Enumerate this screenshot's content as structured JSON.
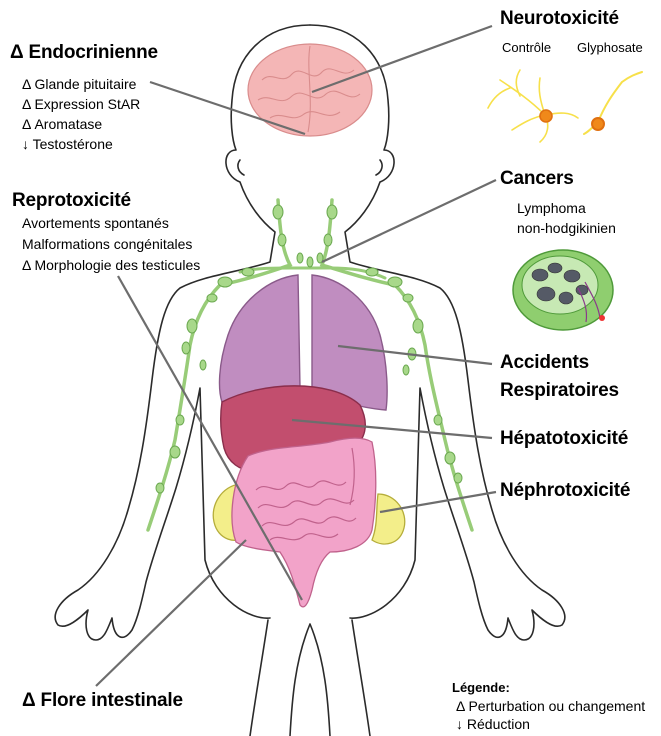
{
  "endocrine": {
    "title": "Δ Endocrinienne",
    "items": [
      "Δ Glande pituitaire",
      "Δ Expression StAR",
      "Δ Aromatase",
      "↓ Testostérone"
    ]
  },
  "neuro": {
    "title": "Neurotoxicité",
    "control_label": "Contrôle",
    "glyphosate_label": "Glyphosate"
  },
  "repro": {
    "title": "Reprotoxicité",
    "items": [
      "Avortements spontanés",
      "Malformations congénitales",
      "Δ Morphologie des testicules"
    ]
  },
  "cancers": {
    "title": "Cancers",
    "sub_line1": "Lymphoma",
    "sub_line2": "non-hodgikinien"
  },
  "respiratory": {
    "line1": "Accidents",
    "line2": "Respiratoires"
  },
  "hepato": {
    "title": "Hépatotoxicité"
  },
  "nephro": {
    "title": "Néphrotoxicité"
  },
  "flora": {
    "title": "Δ Flore intestinale"
  },
  "legend": {
    "title": "Légende:",
    "items": [
      "Δ Perturbation ou changement",
      "↓ Réduction"
    ]
  },
  "colors": {
    "outline": "#2b2b2b",
    "brain": "#f4b6b6",
    "lungs": "#c08dc0",
    "liver": "#c24e6e",
    "intestine": "#f2a3c9",
    "kidney": "#f3ee8a",
    "lymph": "#a8d88a",
    "leader": "#6d6d6d",
    "neuron_control": "#f7e04a",
    "neuron_body": "#f0891a"
  }
}
